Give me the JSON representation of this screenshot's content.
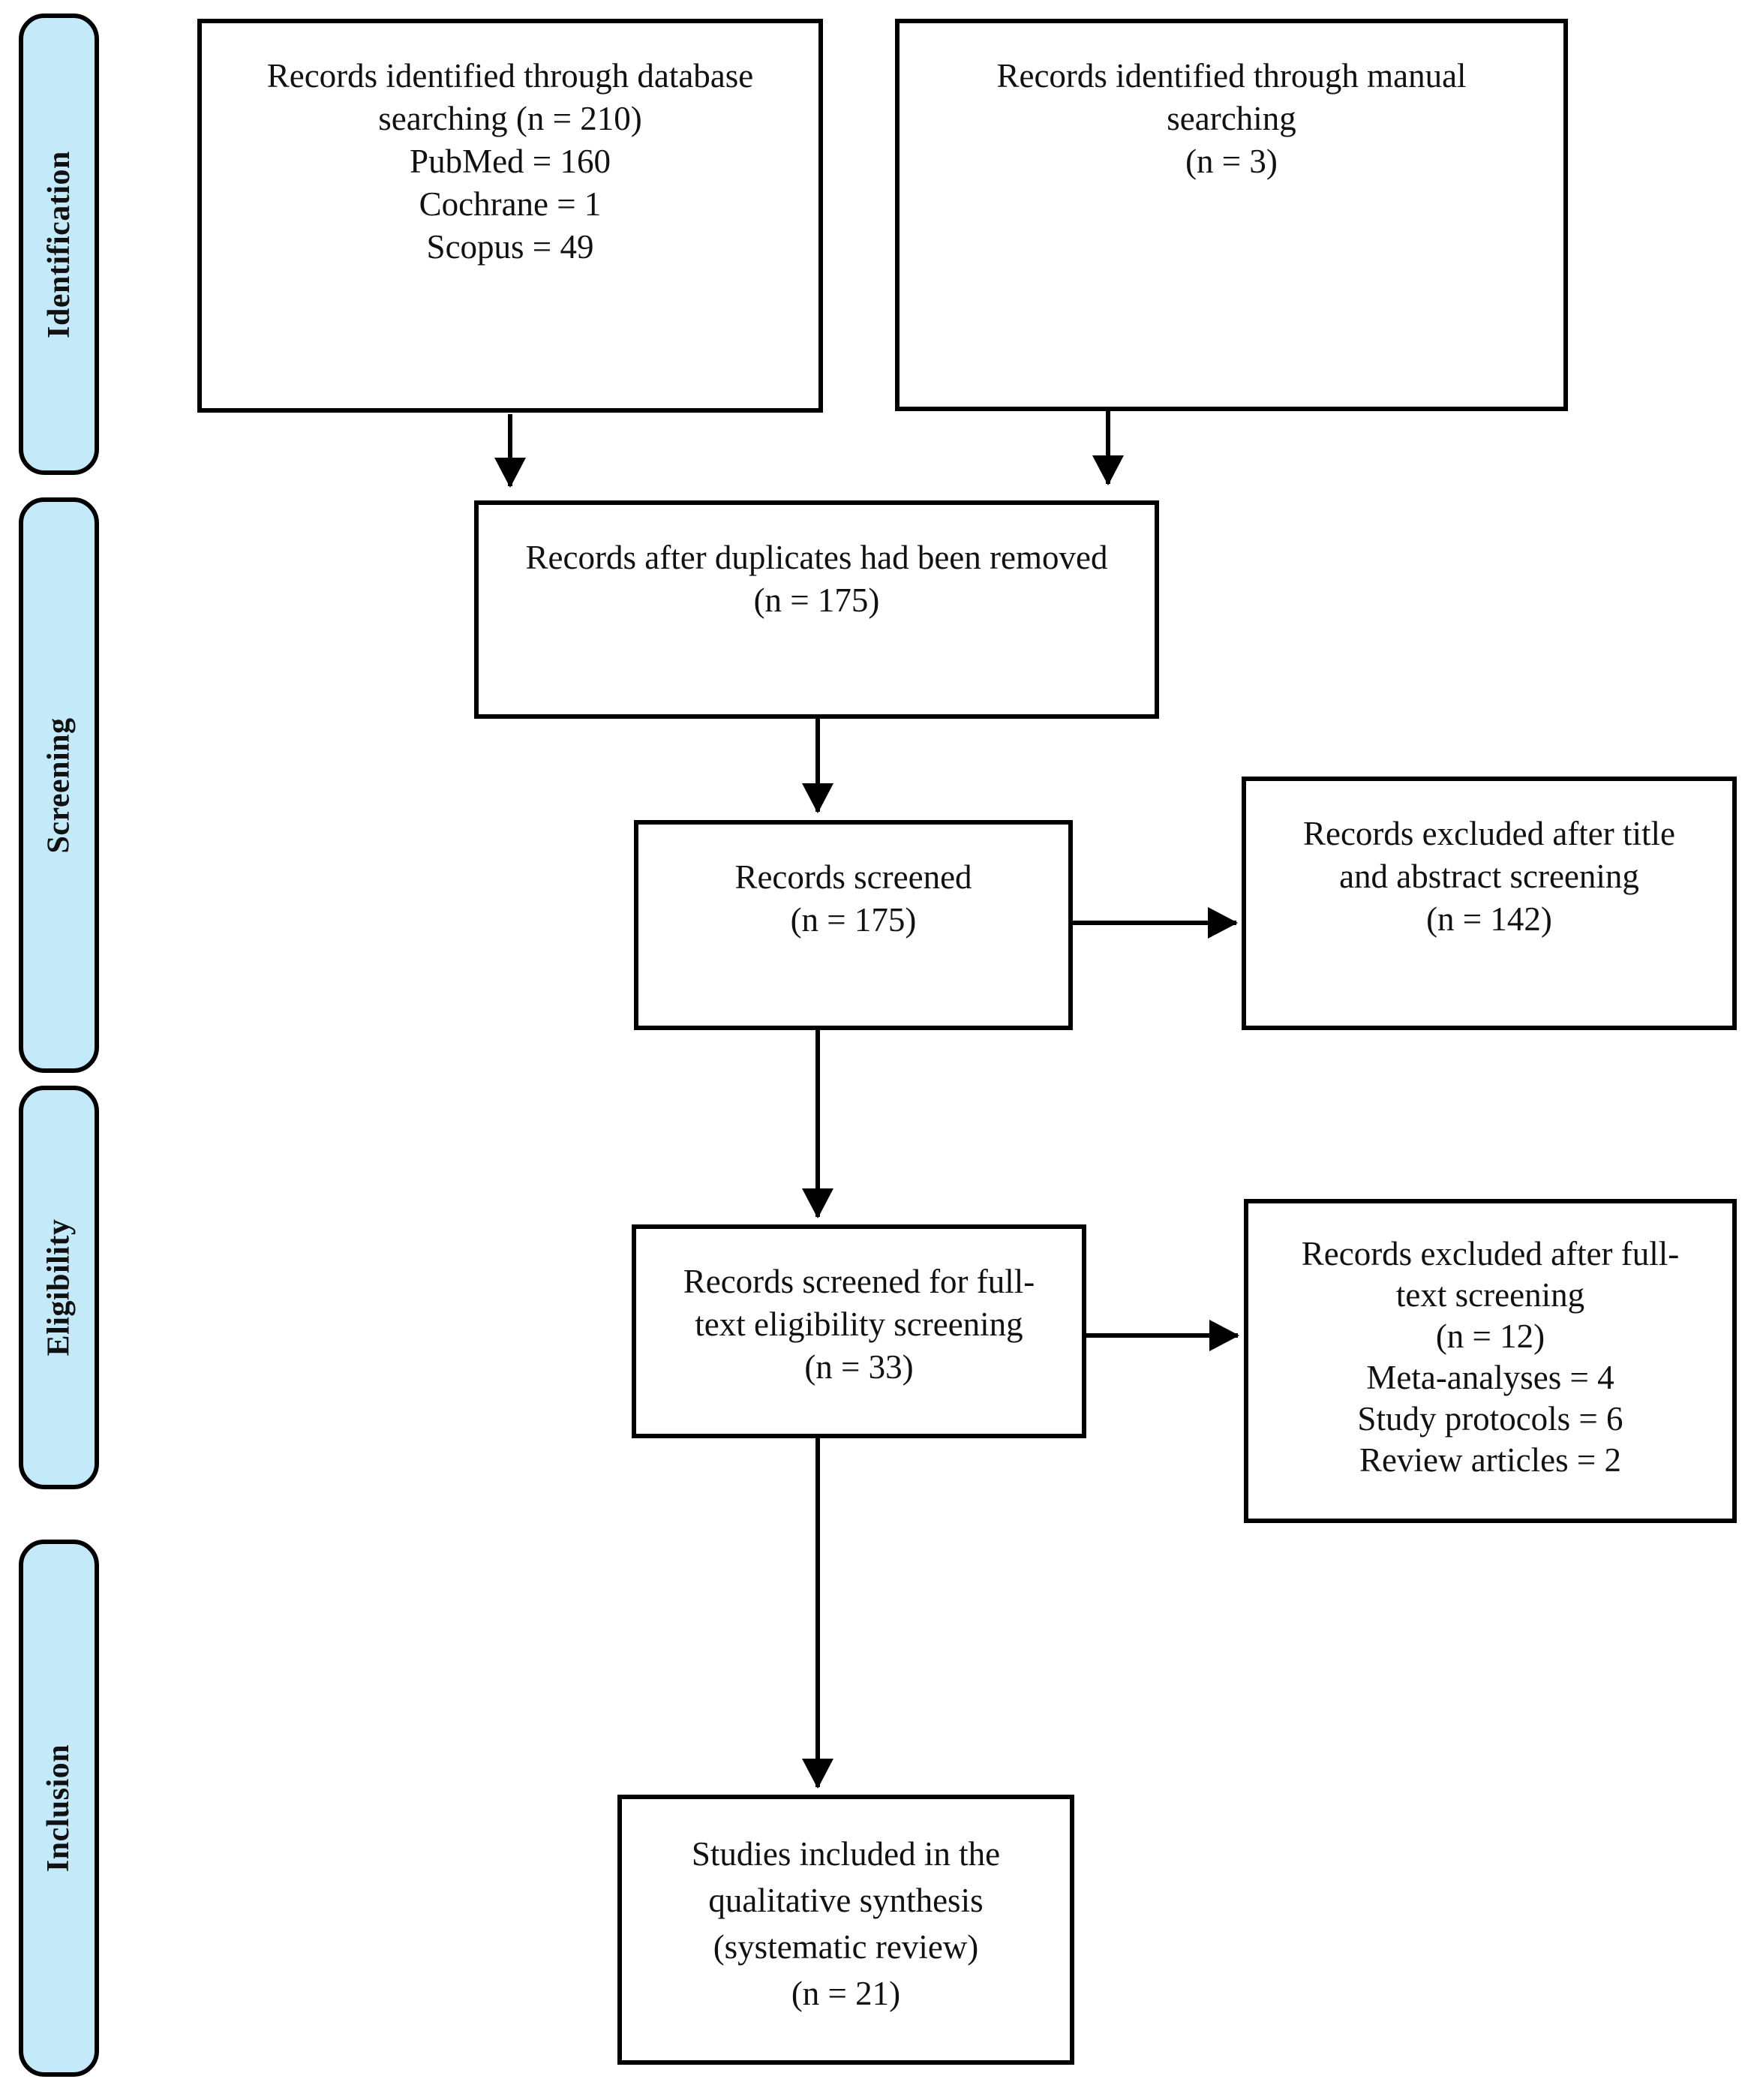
{
  "figure": {
    "background_color": "#ffffff",
    "line_color": "#000000",
    "stage_fill_color": "#c4e9f9",
    "text_color": "#111111"
  },
  "sidebar": {
    "stages": [
      {
        "label": "Identification"
      },
      {
        "label": "Screening"
      },
      {
        "label": "Eligibility"
      },
      {
        "label": "Inclusion"
      }
    ]
  },
  "boxes": {
    "database_search": {
      "lines": [
        "Records identified through database",
        "searching (n = 210)",
        "PubMed = 160",
        "Cochrane = 1",
        "Scopus = 49"
      ]
    },
    "manual_search": {
      "lines": [
        "Records identified through manual",
        "searching",
        "(n = 3)"
      ]
    },
    "duplicates_removed": {
      "lines": [
        "Records after duplicates had been removed",
        "(n = 175)"
      ]
    },
    "records_screened": {
      "lines": [
        "Records screened",
        "(n = 175)"
      ]
    },
    "excluded_title_abstract": {
      "lines": [
        "Records excluded after title",
        "and abstract screening",
        "(n = 142)"
      ]
    },
    "fulltext_screened": {
      "lines": [
        "Records screened for full-",
        "text eligibility screening",
        "(n = 33)"
      ]
    },
    "excluded_fulltext": {
      "lines": [
        "Records excluded after full-",
        "text screening",
        "(n = 12)",
        "Meta-analyses = 4",
        "Study protocols = 6",
        "Review articles = 2"
      ]
    },
    "included": {
      "lines": [
        "Studies included in the",
        "qualitative synthesis",
        "(systematic review)",
        "(n = 21)"
      ]
    }
  }
}
